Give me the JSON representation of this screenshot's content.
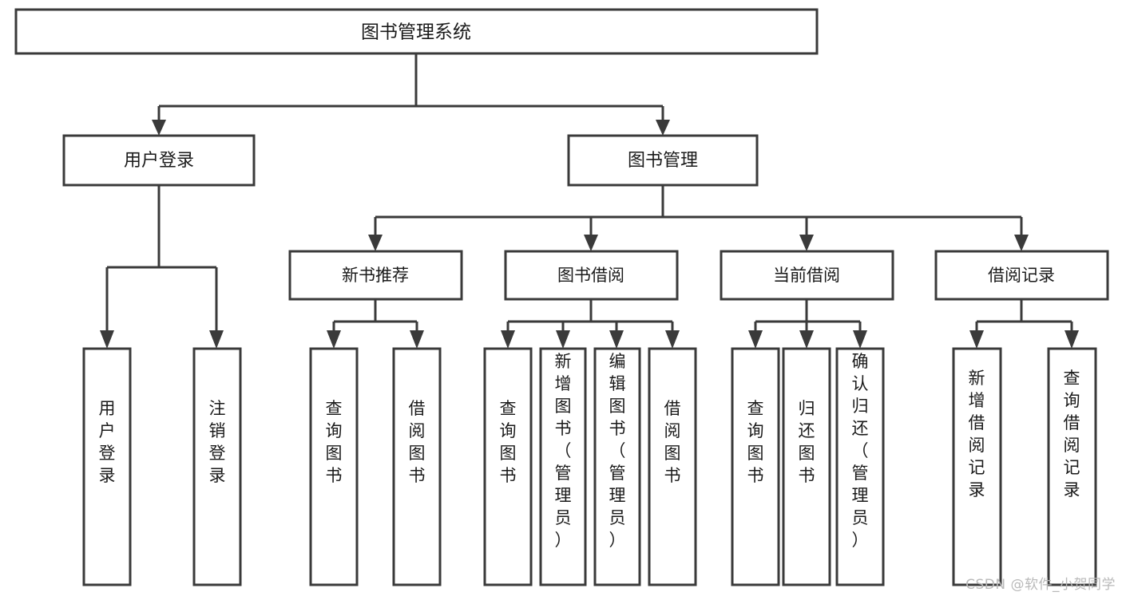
{
  "diagram": {
    "type": "tree-hierarchy",
    "title": "图书管理系统",
    "watermark": "CSDN @软件_小贺同学",
    "nodes": {
      "root": {
        "label": "图书管理系统"
      },
      "level2": [
        {
          "id": "user-login",
          "label": "用户登录"
        },
        {
          "id": "book-manage",
          "label": "图书管理"
        }
      ],
      "level3": [
        {
          "id": "new-book-rec",
          "label": "新书推荐"
        },
        {
          "id": "book-borrow",
          "label": "图书借阅"
        },
        {
          "id": "current-borrow",
          "label": "当前借阅"
        },
        {
          "id": "borrow-record",
          "label": "借阅记录"
        }
      ],
      "leaves": {
        "user-login": [
          {
            "id": "leaf-user-login",
            "label": "用户登录"
          },
          {
            "id": "leaf-user-logout",
            "label": "注销登录"
          }
        ],
        "new-book-rec": [
          {
            "id": "leaf-query-book-1",
            "label": "查询图书"
          },
          {
            "id": "leaf-borrow-book-1",
            "label": "借阅图书"
          }
        ],
        "book-borrow": [
          {
            "id": "leaf-query-book-2",
            "label": "查询图书"
          },
          {
            "id": "leaf-add-book",
            "label": "新增图书（管理员）"
          },
          {
            "id": "leaf-edit-book",
            "label": "编辑图书（管理员）"
          },
          {
            "id": "leaf-borrow-book-2",
            "label": "借阅图书"
          }
        ],
        "current-borrow": [
          {
            "id": "leaf-query-book-3",
            "label": "查询图书"
          },
          {
            "id": "leaf-return-book",
            "label": "归还图书"
          },
          {
            "id": "leaf-confirm-return",
            "label": "确认归还（管理员）"
          }
        ],
        "borrow-record": [
          {
            "id": "leaf-add-record",
            "label": "新增借阅记录"
          },
          {
            "id": "leaf-query-record",
            "label": "查询借阅记录"
          }
        ]
      }
    },
    "colors": {
      "stroke": "#3a3a3a",
      "fill": "#ffffff",
      "text": "#1a1a1a",
      "watermark": "#b9b9b9"
    }
  }
}
